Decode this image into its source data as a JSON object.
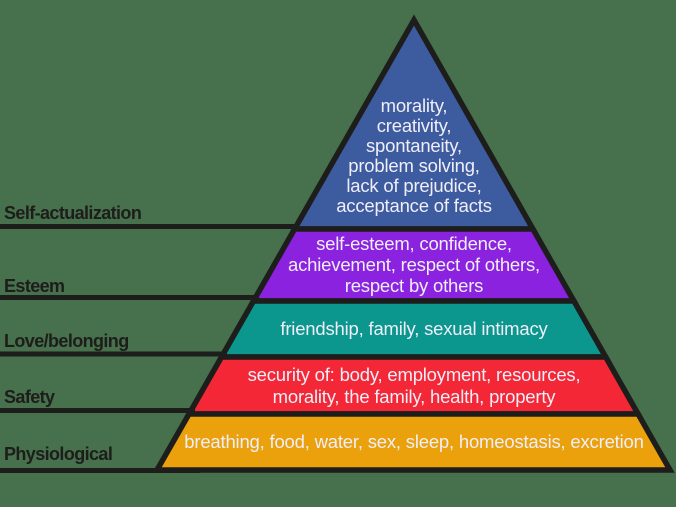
{
  "colors": {
    "background": "#47704d",
    "outline": "#1d1d1b",
    "label_text": "#1d1d1b",
    "layer_text": "#f0eef8"
  },
  "pyramid": {
    "levels": [
      {
        "name": "Self-actualization",
        "color": "#3d5b9f",
        "lines": [
          "morality,",
          "creativity,",
          "spontaneity,",
          "problem solving,",
          "lack of prejudice,",
          "acceptance of facts"
        ]
      },
      {
        "name": "Esteem",
        "color": "#8a22e0",
        "lines": [
          "self-esteem, confidence,",
          "achievement, respect of others,",
          "respect by others"
        ]
      },
      {
        "name": "Love/belonging",
        "color": "#0b968e",
        "lines": [
          "friendship, family, sexual intimacy"
        ]
      },
      {
        "name": "Safety",
        "color": "#f32735",
        "lines": [
          "security of: body, employment, resources,",
          "morality, the family, health, property"
        ]
      },
      {
        "name": "Physiological",
        "color": "#eaa10c",
        "lines": [
          "breathing, food, water, sex, sleep, homeostasis, excretion"
        ]
      }
    ]
  }
}
